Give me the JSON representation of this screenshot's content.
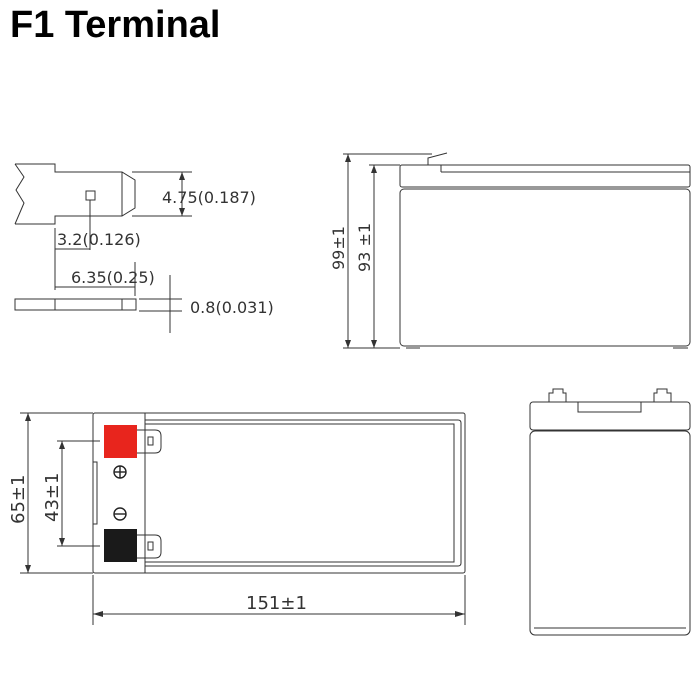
{
  "title": "F1 Terminal",
  "terminal_detail": {
    "width_label": "4.75(0.187)",
    "hole_offset_label": "3.2(0.126)",
    "length_label": "6.35(0.25)",
    "thickness_label": "0.8(0.031)"
  },
  "side_view": {
    "total_height_label": "99±1",
    "case_height_label": "93 ±1"
  },
  "top_view": {
    "width_label": "65±1",
    "terminal_spacing_label": "43±1",
    "length_label": "151±1",
    "positive_symbol": "⊕",
    "negative_symbol": "⊖",
    "positive_color": "#e8251d",
    "negative_color": "#1a1a1a"
  },
  "end_view": {}
}
